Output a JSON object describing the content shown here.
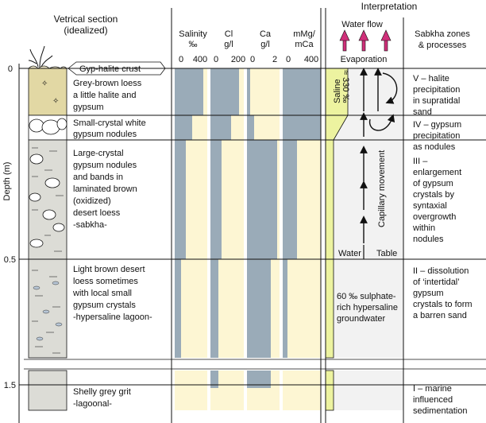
{
  "headers": {
    "vertical_section": [
      "Vetrical section",
      "(idealized)"
    ],
    "interpretation": "Interpretation",
    "sabkha_zones": [
      "Sabkha zones",
      "& processes"
    ],
    "water_flow": "Water flow",
    "evaporation": "Evaporation"
  },
  "columns": {
    "salinity": {
      "label": [
        "Salinity",
        "‰"
      ],
      "ticks": [
        "0",
        "400"
      ]
    },
    "cl": {
      "label": [
        "Cl",
        "g/l"
      ],
      "ticks": [
        "0",
        "200"
      ]
    },
    "ca": {
      "label": [
        "Ca",
        "g/l"
      ],
      "ticks": [
        "0",
        "2"
      ]
    },
    "mgca": {
      "label": [
        "mMg/",
        "mCa"
      ],
      "ticks": [
        "0",
        "400"
      ]
    }
  },
  "depth_axis": {
    "label": "Depth (m)",
    "ticks": [
      "0",
      "0.5",
      "1.5"
    ]
  },
  "crust_label": "Gyp-halite crust",
  "units": [
    {
      "lines": [
        "Grey-brown loess",
        "a little halite and",
        "gypsum"
      ]
    },
    {
      "lines": [
        "Small-crystal white",
        "gypsum nodules"
      ]
    },
    {
      "lines": [
        "Large-crystal",
        "gypsum nodules",
        "and bands in",
        "laminated brown",
        "(oxidized)",
        "desert loess",
        " -sabkha-"
      ]
    },
    {
      "lines": [
        "Light brown desert",
        "loess sometimes",
        "with local small",
        "gypsum crystals",
        "-hypersaline lagoon-"
      ]
    },
    {
      "lines": [
        "Shelly grey grit",
        "-lagoonal-"
      ]
    }
  ],
  "interpretation": {
    "saline_label": "Saline",
    "saline_value": "≈ 330 ‰",
    "capillary": "Capillary movement",
    "water_table": [
      "Water",
      "Table"
    ],
    "groundwater": [
      "60 ‰ sulphate-",
      "rich hypersaline",
      "groundwater"
    ]
  },
  "zones": [
    {
      "lines": [
        "V – halite",
        "precipitation",
        "in supratidal",
        "sand"
      ]
    },
    {
      "lines": [
        "IV – gypsum",
        "precipitation",
        "as nodules"
      ]
    },
    {
      "lines": [
        "III –",
        "enlargement",
        "of gypsum",
        "crystals by",
        "syntaxial",
        "overgrowth",
        "within",
        "nodules"
      ]
    },
    {
      "lines": [
        "II – dissolution",
        "of ‘intertidal’",
        "gypsum",
        "crystals to form",
        "a barren sand"
      ]
    },
    {
      "lines": [
        "I – marine",
        "influenced",
        "sedimentation"
      ]
    }
  ],
  "colors": {
    "cream": "#fdf6d3",
    "blue_grey": "#9aabb8",
    "olive_top": "#e2d8a4",
    "sediment_grey": "#dcdcd6",
    "yellow_green": "#edf3a0",
    "arrow_magenta": "#d0307a"
  }
}
